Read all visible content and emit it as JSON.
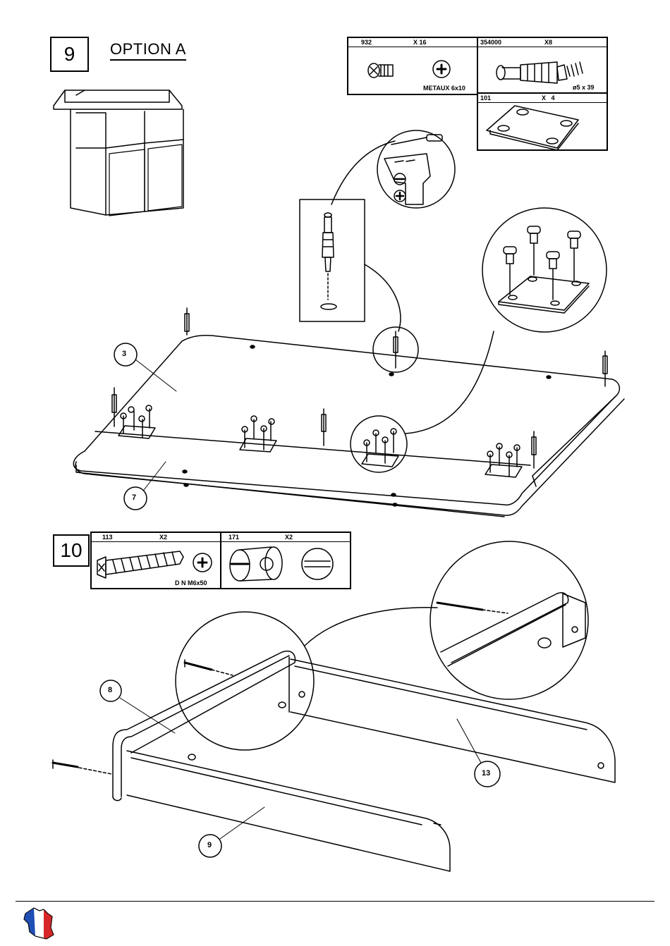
{
  "step9": {
    "number": "9",
    "option_title": "OPTION A",
    "parts": {
      "p932": {
        "ref": "932",
        "qty": "X 16",
        "note": "METAUX 6x10"
      },
      "p354000": {
        "ref": "354000",
        "qty": "X8",
        "note": "ø5 x 39"
      },
      "p101": {
        "ref": "101",
        "qty": "X   4"
      }
    },
    "labels": {
      "panel_a": "3",
      "panel_b": "7"
    }
  },
  "step10": {
    "number": "10",
    "parts": {
      "p113": {
        "ref": "113",
        "qty": "X2",
        "note": "D N M6x50"
      },
      "p171": {
        "ref": "171",
        "qty": "X2"
      }
    },
    "labels": {
      "side_left": "8",
      "front": "9",
      "back": "13"
    }
  },
  "footer": {
    "flag_icon": "france-map-flag-icon",
    "colors": {
      "blue": "#1f4fb4",
      "red": "#d62828"
    }
  }
}
